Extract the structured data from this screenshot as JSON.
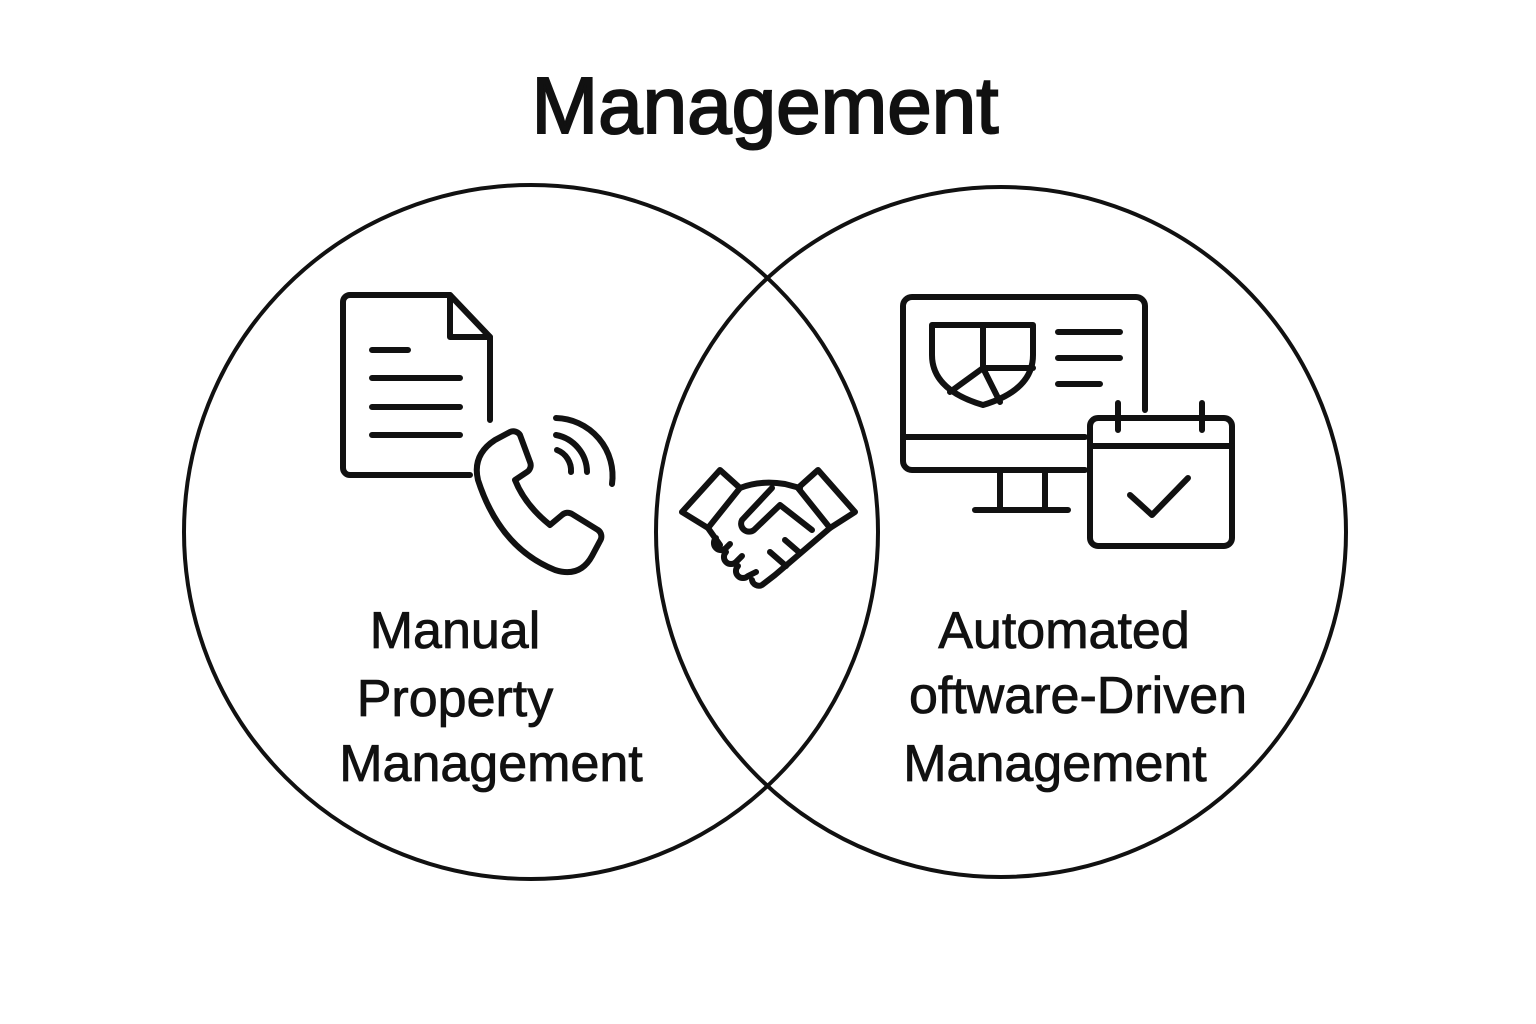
{
  "title": "Management",
  "left": {
    "lines": [
      "Manual",
      "Property",
      "Management"
    ],
    "icons": [
      "document-icon",
      "phone-icon"
    ]
  },
  "right": {
    "lines": [
      "Automated",
      "oftware-Driven",
      "Management"
    ],
    "icons": [
      "monitor-chart-icon",
      "calendar-check-icon"
    ]
  },
  "overlap": {
    "icon": "handshake-icon"
  },
  "colors": {
    "stroke": "#111111",
    "background": "#ffffff"
  }
}
